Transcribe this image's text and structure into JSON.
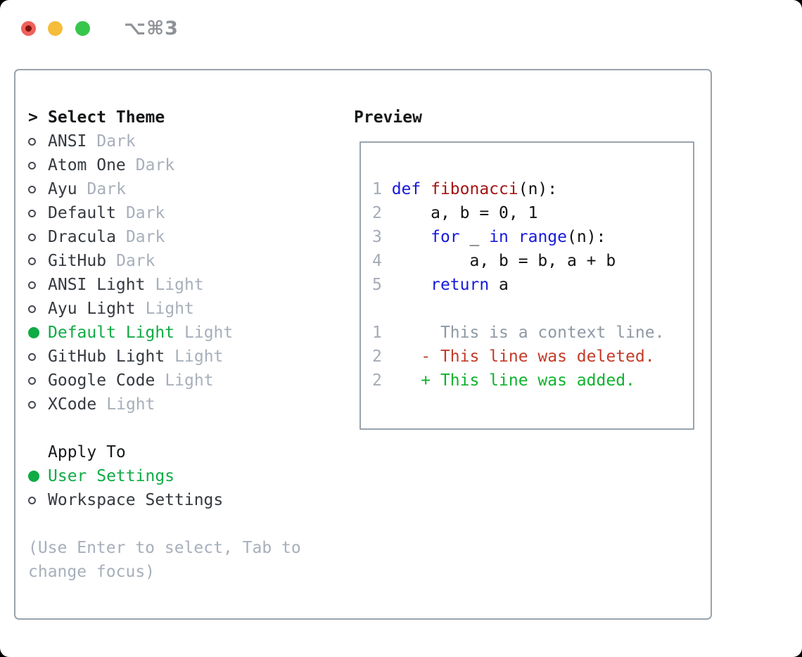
{
  "window": {
    "shortcut": "⌥⌘3"
  },
  "colors": {
    "accent_green": "#0fab44",
    "keyword_blue": "#1818dc",
    "function_red": "#a41515",
    "deleted_red": "#c33b28",
    "added_green": "#0db32b",
    "muted_gray": "#a7afba",
    "border_gray": "#9aa3ad",
    "traffic_red": "#f0615a",
    "traffic_yellow": "#f5bd3a",
    "traffic_green": "#37c64c"
  },
  "theme_panel": {
    "cursor": ">",
    "title": "Select Theme",
    "themes": [
      {
        "name": "ANSI",
        "variant": "Dark",
        "selected": false
      },
      {
        "name": "Atom One",
        "variant": "Dark",
        "selected": false
      },
      {
        "name": "Ayu",
        "variant": "Dark",
        "selected": false
      },
      {
        "name": "Default",
        "variant": "Dark",
        "selected": false
      },
      {
        "name": "Dracula",
        "variant": "Dark",
        "selected": false
      },
      {
        "name": "GitHub",
        "variant": "Dark",
        "selected": false
      },
      {
        "name": "ANSI Light",
        "variant": "Light",
        "selected": false
      },
      {
        "name": "Ayu Light",
        "variant": "Light",
        "selected": false
      },
      {
        "name": "Default Light",
        "variant": "Light",
        "selected": true
      },
      {
        "name": "GitHub Light",
        "variant": "Light",
        "selected": false
      },
      {
        "name": "Google Code",
        "variant": "Light",
        "selected": false
      },
      {
        "name": "XCode",
        "variant": "Light",
        "selected": false
      }
    ],
    "apply_to": {
      "title": "Apply To",
      "options": [
        {
          "label": "User Settings",
          "selected": true
        },
        {
          "label": "Workspace Settings",
          "selected": false
        }
      ]
    },
    "help_line1": "(Use Enter to select, Tab to",
    "help_line2": "change focus)"
  },
  "preview": {
    "title": "Preview",
    "code": {
      "l1": {
        "ln": "1 ",
        "kw1": "def ",
        "fn": "fibonacci",
        "pl1": "(n):"
      },
      "l2": {
        "ln": "2 ",
        "pl1": "    a, b = 0, 1"
      },
      "l3": {
        "ln": "3 ",
        "pl1": "    ",
        "kw1": "for",
        "pl2": " _ ",
        "kw2": "in",
        "pl3": " ",
        "kw3": "range",
        "pl4": "(n):"
      },
      "l4": {
        "ln": "4 ",
        "pl1": "        a, b = b, a + b"
      },
      "l5": {
        "ln": "5 ",
        "pl1": "    ",
        "kw1": "return",
        "pl2": " a"
      },
      "d1": {
        "ln": "1 ",
        "ctx": "     This is a context line."
      },
      "d2": {
        "ln": "2 ",
        "del": "   - This line was deleted."
      },
      "d3": {
        "ln": "2 ",
        "add": "   + This line was added."
      }
    }
  }
}
